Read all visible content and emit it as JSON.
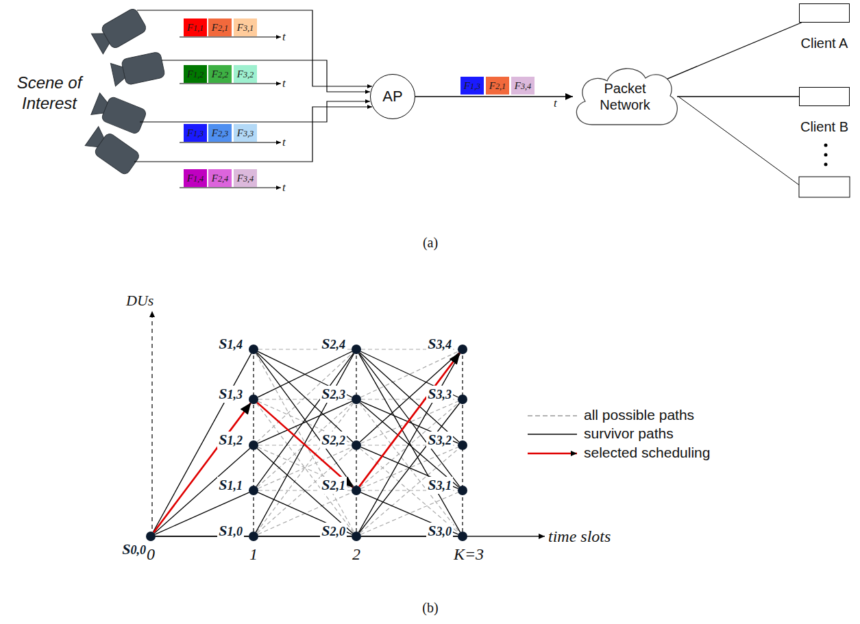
{
  "diagram": {
    "nodes": [
      {
        "text": [
          "F1,1"
        ]
      },
      {
        "text": [
          "F2,1"
        ]
      },
      {
        "text": [
          "F3,1"
        ]
      },
      {
        "text": [
          "F1,2"
        ]
      },
      {
        "text": [
          "F2,2"
        ]
      },
      {
        "text": [
          "F3,2"
        ]
      },
      {
        "text": [
          "F1,3"
        ]
      },
      {
        "text": [
          "F2,3"
        ]
      },
      {
        "text": [
          "F3,3"
        ]
      },
      {
        "text": [
          "F1,4"
        ]
      },
      {
        "text": [
          "F2,4"
        ]
      },
      {
        "text": [
          "F3,4"
        ]
      },
      {
        "text": [
          "AP"
        ]
      },
      {
        "text": [
          "F1,3"
        ]
      },
      {
        "text": [
          "F2,1"
        ]
      },
      {
        "text": [
          "F3,4"
        ]
      },
      {
        "text": [
          "Packet Network"
        ]
      },
      {
        "text": [
          "Client A"
        ]
      },
      {
        "text": [
          "Client B"
        ]
      },
      {
        "text": [
          "S0,0"
        ]
      },
      {
        "text": [
          "S1,4"
        ]
      },
      {
        "text": [
          "S1,3"
        ]
      },
      {
        "text": [
          "S1,2"
        ]
      },
      {
        "text": [
          "S1,1"
        ]
      },
      {
        "text": [
          "S1,0"
        ]
      },
      {
        "text": [
          "S2,4"
        ]
      },
      {
        "text": [
          "S2,3"
        ]
      },
      {
        "text": [
          "S2,2"
        ]
      },
      {
        "text": [
          "S2,1"
        ]
      },
      {
        "text": [
          "S2,0"
        ]
      },
      {
        "text": [
          "S3,4"
        ]
      },
      {
        "text": [
          "S3,3"
        ]
      },
      {
        "text": [
          "S3,2"
        ]
      },
      {
        "text": [
          "S3,1"
        ]
      },
      {
        "text": [
          "S3,0"
        ]
      }
    ],
    "edges": [
      {
        "from": 12,
        "to": 16,
        "arrow": "to"
      },
      {
        "from": 16,
        "to": 17,
        "arrow": "none"
      },
      {
        "from": 16,
        "to": 18,
        "arrow": "none"
      },
      {
        "from": 19,
        "to": 20,
        "arrow": "none"
      },
      {
        "from": 19,
        "to": 21,
        "arrow": "to"
      },
      {
        "from": 19,
        "to": 22,
        "arrow": "none"
      },
      {
        "from": 19,
        "to": 23,
        "arrow": "none"
      },
      {
        "from": 19,
        "to": 24,
        "arrow": "none"
      },
      {
        "from": 20,
        "to": 25,
        "arrow": "none"
      },
      {
        "from": 20,
        "to": 26,
        "arrow": "none"
      },
      {
        "from": 20,
        "to": 27,
        "arrow": "none"
      },
      {
        "from": 20,
        "to": 28,
        "arrow": "none"
      },
      {
        "from": 20,
        "to": 29,
        "arrow": "none"
      },
      {
        "from": 21,
        "to": 25,
        "arrow": "none"
      },
      {
        "from": 21,
        "to": 26,
        "arrow": "none"
      },
      {
        "from": 21,
        "to": 27,
        "arrow": "none"
      },
      {
        "from": 21,
        "to": 28,
        "arrow": "to"
      },
      {
        "from": 21,
        "to": 29,
        "arrow": "none"
      },
      {
        "from": 22,
        "to": 25,
        "arrow": "none"
      },
      {
        "from": 22,
        "to": 26,
        "arrow": "none"
      },
      {
        "from": 22,
        "to": 27,
        "arrow": "none"
      },
      {
        "from": 22,
        "to": 28,
        "arrow": "none"
      },
      {
        "from": 22,
        "to": 29,
        "arrow": "none"
      },
      {
        "from": 23,
        "to": 25,
        "arrow": "none"
      },
      {
        "from": 23,
        "to": 26,
        "arrow": "none"
      },
      {
        "from": 23,
        "to": 27,
        "arrow": "none"
      },
      {
        "from": 23,
        "to": 28,
        "arrow": "none"
      },
      {
        "from": 23,
        "to": 29,
        "arrow": "none"
      },
      {
        "from": 24,
        "to": 25,
        "arrow": "none"
      },
      {
        "from": 24,
        "to": 26,
        "arrow": "none"
      },
      {
        "from": 24,
        "to": 27,
        "arrow": "none"
      },
      {
        "from": 24,
        "to": 28,
        "arrow": "none"
      },
      {
        "from": 24,
        "to": 29,
        "arrow": "none"
      },
      {
        "from": 25,
        "to": 30,
        "arrow": "none"
      },
      {
        "from": 25,
        "to": 31,
        "arrow": "none"
      },
      {
        "from": 25,
        "to": 32,
        "arrow": "none"
      },
      {
        "from": 25,
        "to": 33,
        "arrow": "none"
      },
      {
        "from": 25,
        "to": 34,
        "arrow": "none"
      },
      {
        "from": 26,
        "to": 30,
        "arrow": "none"
      },
      {
        "from": 26,
        "to": 31,
        "arrow": "none"
      },
      {
        "from": 26,
        "to": 32,
        "arrow": "none"
      },
      {
        "from": 26,
        "to": 33,
        "arrow": "none"
      },
      {
        "from": 26,
        "to": 34,
        "arrow": "none"
      },
      {
        "from": 27,
        "to": 30,
        "arrow": "none"
      },
      {
        "from": 27,
        "to": 31,
        "arrow": "none"
      },
      {
        "from": 27,
        "to": 32,
        "arrow": "none"
      },
      {
        "from": 27,
        "to": 33,
        "arrow": "none"
      },
      {
        "from": 27,
        "to": 34,
        "arrow": "none"
      },
      {
        "from": 28,
        "to": 30,
        "arrow": "to"
      },
      {
        "from": 28,
        "to": 31,
        "arrow": "none"
      },
      {
        "from": 28,
        "to": 32,
        "arrow": "none"
      },
      {
        "from": 28,
        "to": 33,
        "arrow": "none"
      },
      {
        "from": 28,
        "to": 34,
        "arrow": "none"
      },
      {
        "from": 29,
        "to": 30,
        "arrow": "none"
      },
      {
        "from": 29,
        "to": 31,
        "arrow": "none"
      },
      {
        "from": 29,
        "to": 32,
        "arrow": "none"
      },
      {
        "from": 29,
        "to": 33,
        "arrow": "none"
      },
      {
        "from": 29,
        "to": 34,
        "arrow": "none"
      }
    ],
    "labels": [
      "Scene of Interest",
      "t",
      "t",
      "t",
      "t",
      "t",
      "(a)",
      "DUs",
      "0",
      "1",
      "2",
      "K=3",
      "time slots",
      "(b)"
    ],
    "legend": [
      {
        "text": "all possible paths"
      },
      {
        "text": "survivor paths"
      },
      {
        "text": "selected scheduling"
      }
    ]
  }
}
